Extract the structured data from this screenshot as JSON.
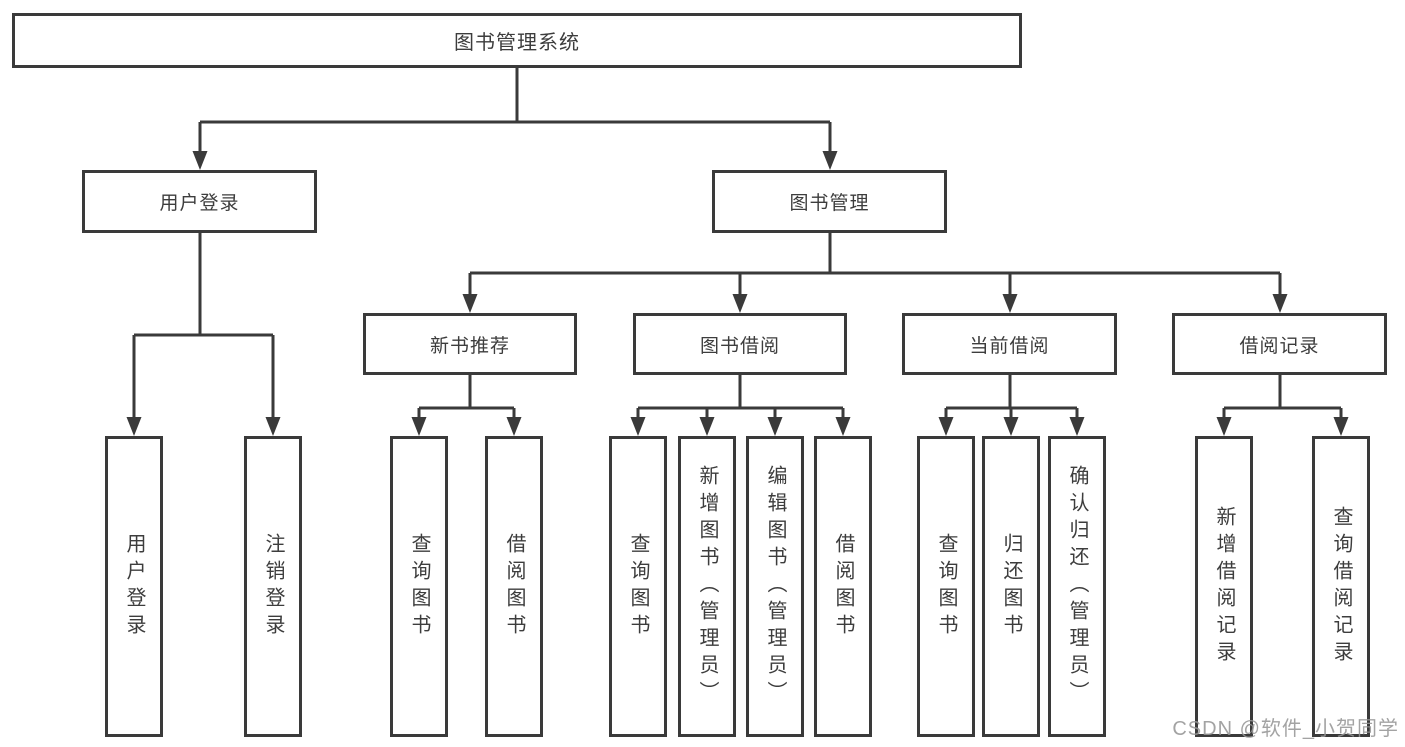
{
  "tree": {
    "root": {
      "label": "图书管理系统",
      "children": [
        {
          "label": "用户登录",
          "children": [
            {
              "label": "用户登录"
            },
            {
              "label": "注销登录"
            }
          ]
        },
        {
          "label": "图书管理",
          "children": [
            {
              "label": "新书推荐",
              "children": [
                {
                  "label": "查询图书"
                },
                {
                  "label": "借阅图书"
                }
              ]
            },
            {
              "label": "图书借阅",
              "children": [
                {
                  "label": "查询图书"
                },
                {
                  "label": "新增图书（管理员）"
                },
                {
                  "label": "编辑图书（管理员）"
                },
                {
                  "label": "借阅图书"
                }
              ]
            },
            {
              "label": "当前借阅",
              "children": [
                {
                  "label": "查询图书"
                },
                {
                  "label": "归还图书"
                },
                {
                  "label": "确认归还（管理员）"
                }
              ]
            },
            {
              "label": "借阅记录",
              "children": [
                {
                  "label": "新增借阅记录"
                },
                {
                  "label": "查询借阅记录"
                }
              ]
            }
          ]
        }
      ]
    }
  },
  "watermark": {
    "text": "CSDN @软件_小贺同学"
  },
  "colors": {
    "line": "#3a3a3a",
    "text": "#3d3d3d",
    "watermark": "#969696",
    "background": "#ffffff"
  }
}
